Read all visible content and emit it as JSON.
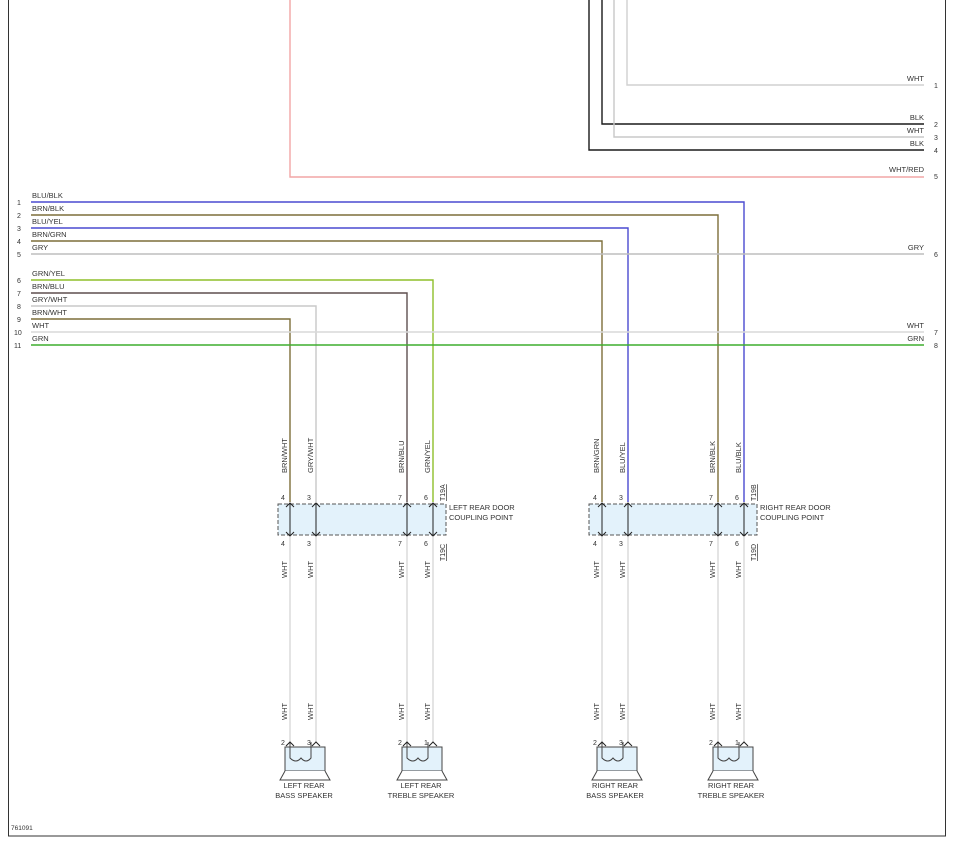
{
  "colors": {
    "BLU": "#4a4ad0",
    "BRN": "#7d6e3a",
    "GRN": "#3fae2f",
    "GRY": "#bdbdbd",
    "WHT": "#d9d9d9",
    "BLK": "#1a1a1a",
    "RED": "#f2a5a5",
    "BRNBLU": "#5e4f4f",
    "YEL": "#8fbf2a",
    "connector_fill": "#e3f2fb"
  },
  "top_right": {
    "wires": [
      {
        "color": "WHT",
        "label": "WHT",
        "pin": "1"
      },
      {
        "color": "BLK",
        "label": "BLK",
        "pin": "2"
      },
      {
        "color": "WHT",
        "label": "WHT",
        "pin": "3"
      },
      {
        "color": "BLK",
        "label": "BLK",
        "pin": "4"
      },
      {
        "color": "WHT/RED",
        "label": "WHT/RED",
        "pin": "5"
      }
    ]
  },
  "left_connector": {
    "wires": [
      {
        "pin": "1",
        "label": "BLU/BLK"
      },
      {
        "pin": "2",
        "label": "BRN/BLK"
      },
      {
        "pin": "3",
        "label": "BLU/YEL"
      },
      {
        "pin": "4",
        "label": "BRN/GRN"
      },
      {
        "pin": "5",
        "label": "GRY"
      },
      {
        "pin": "6",
        "label": "GRN/YEL"
      },
      {
        "pin": "7",
        "label": "BRN/BLU"
      },
      {
        "pin": "8",
        "label": "GRY/WHT"
      },
      {
        "pin": "9",
        "label": "BRN/WHT"
      },
      {
        "pin": "10",
        "label": "WHT"
      },
      {
        "pin": "11",
        "label": "GRN"
      }
    ]
  },
  "right_side": {
    "wires": [
      {
        "pin": "6",
        "label": "GRY"
      },
      {
        "pin": "7",
        "label": "WHT"
      },
      {
        "pin": "8",
        "label": "GRN"
      }
    ]
  },
  "coupling_points": [
    {
      "name": "LEFT REAR DOOR",
      "name2": "COUPLING POINT",
      "top_tag": "T19A",
      "bottom_tag": "T19C",
      "wires": [
        {
          "upper_label": "BRN/WHT",
          "pin": "4"
        },
        {
          "upper_label": "GRY/WHT",
          "pin": "3"
        },
        {
          "upper_label": "BRN/BLU",
          "pin": "7"
        },
        {
          "upper_label": "GRN/YEL",
          "pin": "6"
        }
      ]
    },
    {
      "name": "RIGHT REAR DOOR",
      "name2": "COUPLING POINT",
      "top_tag": "T19B",
      "bottom_tag": "T19D",
      "wires": [
        {
          "upper_label": "BRN/GRN",
          "pin": "4"
        },
        {
          "upper_label": "BLU/YEL",
          "pin": "3"
        },
        {
          "upper_label": "BRN/BLK",
          "pin": "7"
        },
        {
          "upper_label": "BLU/BLK",
          "pin": "6"
        }
      ]
    }
  ],
  "lower_wire_label": "WHT",
  "speakers": [
    {
      "line1": "LEFT REAR",
      "line2": "BASS SPEAKER",
      "pins": [
        "2",
        "3"
      ]
    },
    {
      "line1": "LEFT REAR",
      "line2": "TREBLE SPEAKER",
      "pins": [
        "2",
        "1"
      ]
    },
    {
      "line1": "RIGHT REAR",
      "line2": "BASS SPEAKER",
      "pins": [
        "2",
        "3"
      ]
    },
    {
      "line1": "RIGHT REAR",
      "line2": "TREBLE SPEAKER",
      "pins": [
        "2",
        "1"
      ]
    }
  ],
  "figure_id": "761091"
}
